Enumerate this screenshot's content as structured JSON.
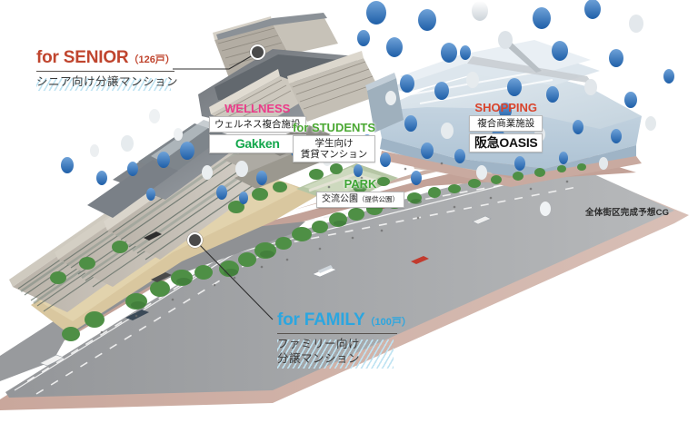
{
  "scene": {
    "caption": "全体街区完成予想CG",
    "background_color": "#ffffff"
  },
  "callouts": [
    {
      "id": "senior",
      "title_en": "for SENIOR",
      "count": "（126戸）",
      "subtitle": "シニア向け分譲マンション",
      "color": "#c0452e"
    },
    {
      "id": "family",
      "title_en": "for FAMILY",
      "count": "（100戸）",
      "subtitle_line1": "ファミリー向け",
      "subtitle_line2": "分譲マンション",
      "color": "#2ba6e0"
    }
  ],
  "facilities": [
    {
      "id": "wellness",
      "caption": "WELLNESS",
      "caption_color": "#ec3b8a",
      "description": "ウェルネス複合施設",
      "brand": "Gakken",
      "brand_color": "#13a74c"
    },
    {
      "id": "students",
      "caption": "for STUDENTS",
      "caption_color": "#4aa832",
      "description_line1": "学生向け",
      "description_line2": "賃貸マンション"
    },
    {
      "id": "park",
      "caption": "PARK",
      "caption_color": "#3fa535",
      "description": "交流公園",
      "description_note": "（提供公園）"
    },
    {
      "id": "shopping",
      "caption": "SHOPPING",
      "caption_color": "#d9442c",
      "description": "複合商業施設",
      "brand": "阪急OASIS",
      "brand_color": "#111111"
    }
  ],
  "colors": {
    "senior_red": "#c0452e",
    "family_blue": "#2ba6e0",
    "wellness_pink": "#ec3b8a",
    "students_green": "#4aa832",
    "park_green": "#3fa535",
    "shopping_red": "#d9442c",
    "gakken_green": "#13a74c",
    "balloon_blue": "#2e73bf",
    "balloon_white": "#e8ecef",
    "road_gray": "#8d8f92",
    "sidewalk_pink": "#c8a89e",
    "mall_blue": "#c3d4e2",
    "tree_green": "#4e8f45"
  }
}
